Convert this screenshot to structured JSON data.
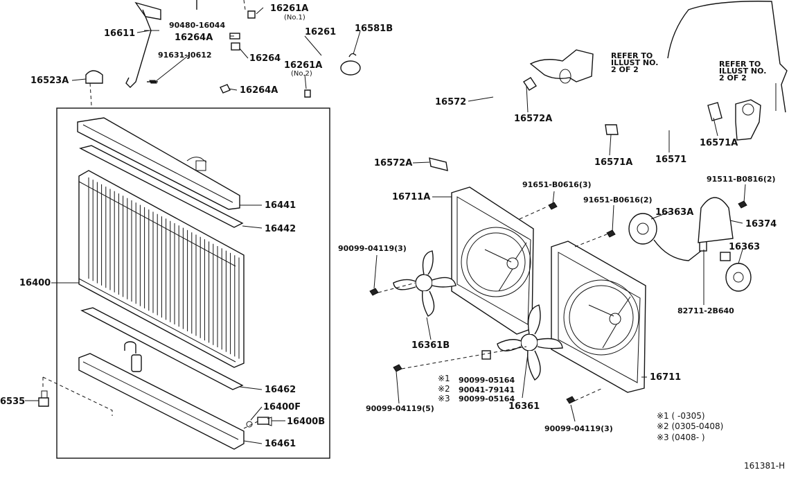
{
  "callouts": {
    "c16261A_top": "16261A",
    "c16261A_top_sub": "(No.1)",
    "c90480": "90480-16044",
    "c16611": "16611",
    "c16264A_top": "16264A",
    "c16261": "16261",
    "c16581B": "16581B",
    "c91631": "91631-J0612",
    "c16264": "16264",
    "c16261A_no2": "16261A",
    "c16261A_no2_sub": "(No.2)",
    "c16523A": "16523A",
    "c16264A_bot": "16264A",
    "c16441": "16441",
    "c16442": "16442",
    "c16400": "16400",
    "c16462": "16462",
    "c16400F": "16400F",
    "c16400B": "16400B",
    "c6535": "6535",
    "c16461": "16461",
    "c16572_top": "16572",
    "c16572A_mid": "16572A",
    "c16572A_bot": "16572A",
    "c16571A_left": "16571A",
    "c16571": "16571",
    "c16571A_right": "16571A",
    "c16711A": "16711A",
    "c91651_a": "91651-B0616(3)",
    "c91651_b": "91651-B0616(2)",
    "c91511": "91511-B0816(2)",
    "c16363A": "16363A",
    "c16374": "16374",
    "c16363": "16363",
    "c90099_3a": "90099-04119(3)",
    "c82711": "82711-2B640",
    "c16361B": "16361B",
    "c90099_05164_a": "90099-05164",
    "c90041": "90041-79141",
    "c90099_05164_b": "90099-05164",
    "c16361": "16361",
    "c16711": "16711",
    "c90099_5": "90099-04119(5)",
    "c90099_3b": "90099-04119(3)"
  },
  "refer_notes": {
    "right_top": [
      "REFER TO",
      "ILLUST NO.",
      "2 OF 2"
    ],
    "right_far": [
      "REFER TO",
      "ILLUST NO.",
      "2 OF 2"
    ]
  },
  "markers": {
    "m1": "※1",
    "m2": "※2",
    "m3": "※3"
  },
  "legend": {
    "l1": "※1 (      -0305)",
    "l2": "※2 (0305-0408)",
    "l3": "※3 (0408-      )"
  },
  "figure_id": "161381-H"
}
